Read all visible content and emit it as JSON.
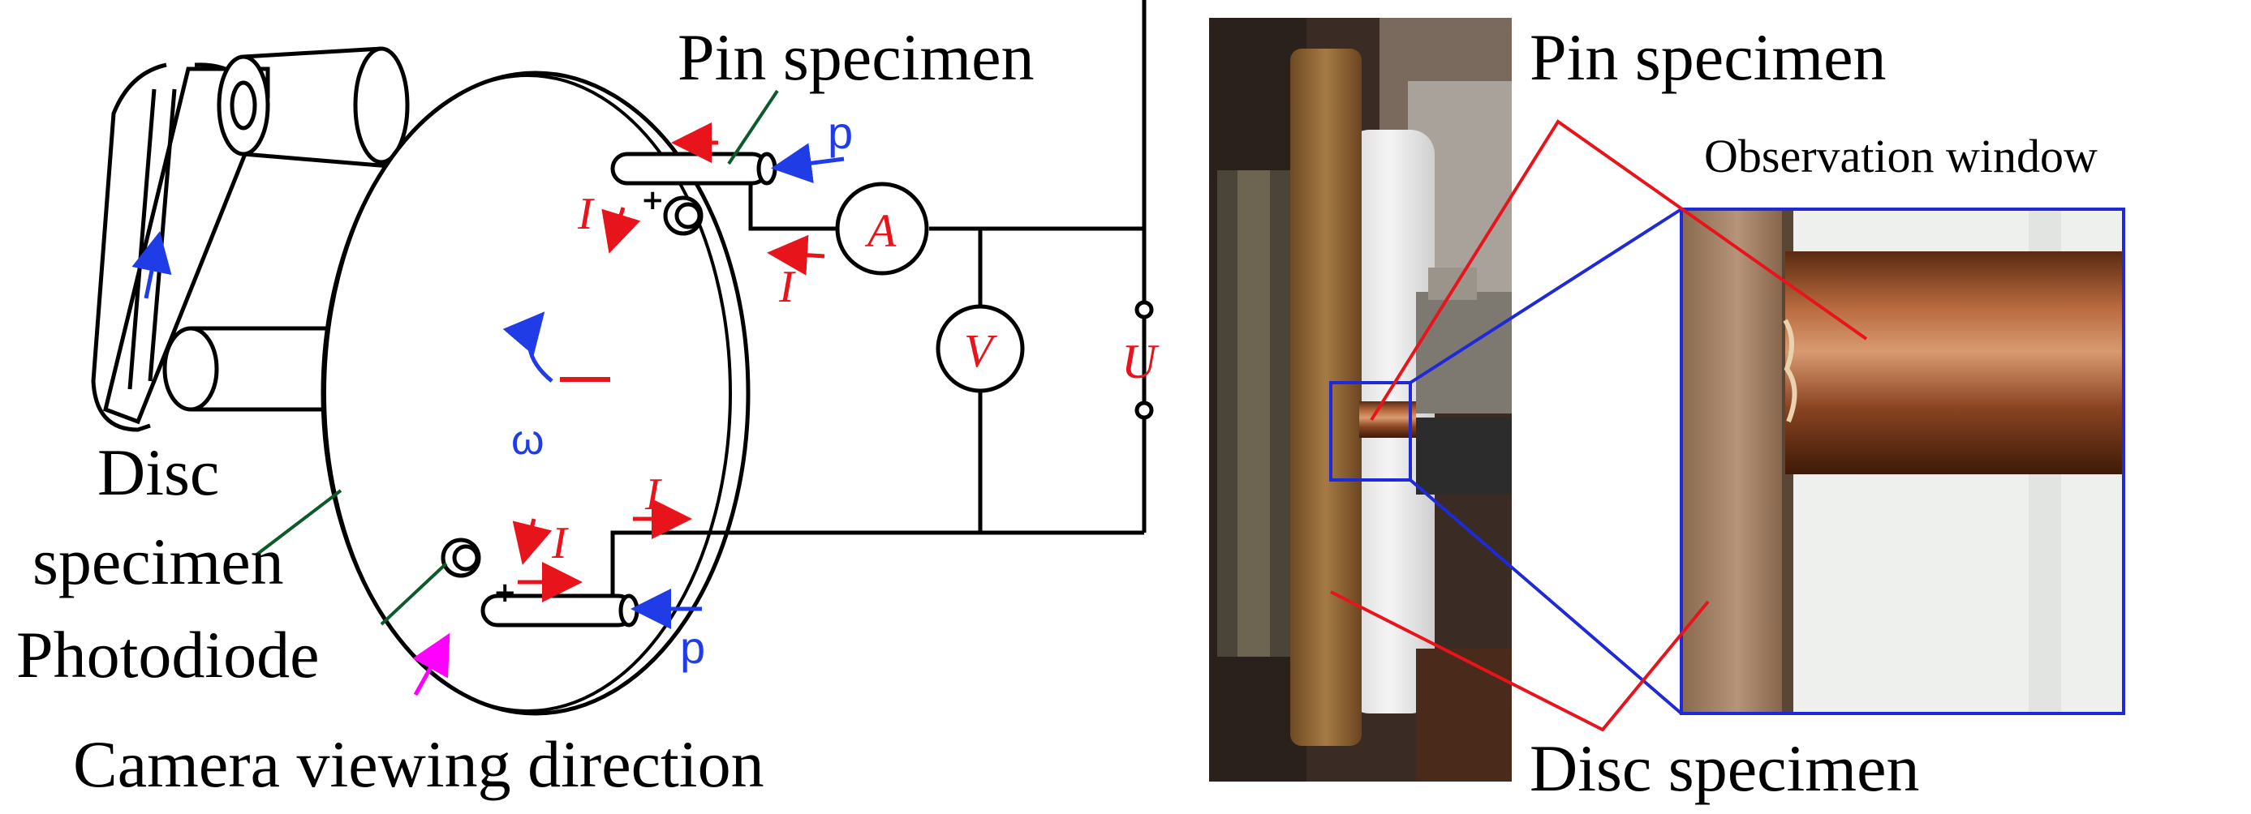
{
  "schematic": {
    "pin_specimen": "Pin specimen",
    "disc_specimen_line1": "Disc",
    "disc_specimen_line2": "specimen",
    "photodiode": "Photodiode",
    "camera_viewing_direction": "Camera viewing direction",
    "force_top": "p",
    "force_bottom": "p",
    "omega": "ω",
    "current_1": "I",
    "current_2": "I",
    "current_3": "I",
    "current_4": "I",
    "ammeter": "A",
    "voltmeter": "V",
    "voltage_source": "U",
    "colors": {
      "current": "#e8141c",
      "force": "#1f3ce6",
      "camera": "#ff00ff",
      "leader": "#0b5a2a"
    }
  },
  "photo": {
    "pin_specimen": "Pin specimen",
    "observation_window": "Observation window",
    "disc_specimen": "Disc specimen",
    "colors": {
      "callout": "#e8141c",
      "zoom_frame": "#1f2ad6"
    }
  }
}
